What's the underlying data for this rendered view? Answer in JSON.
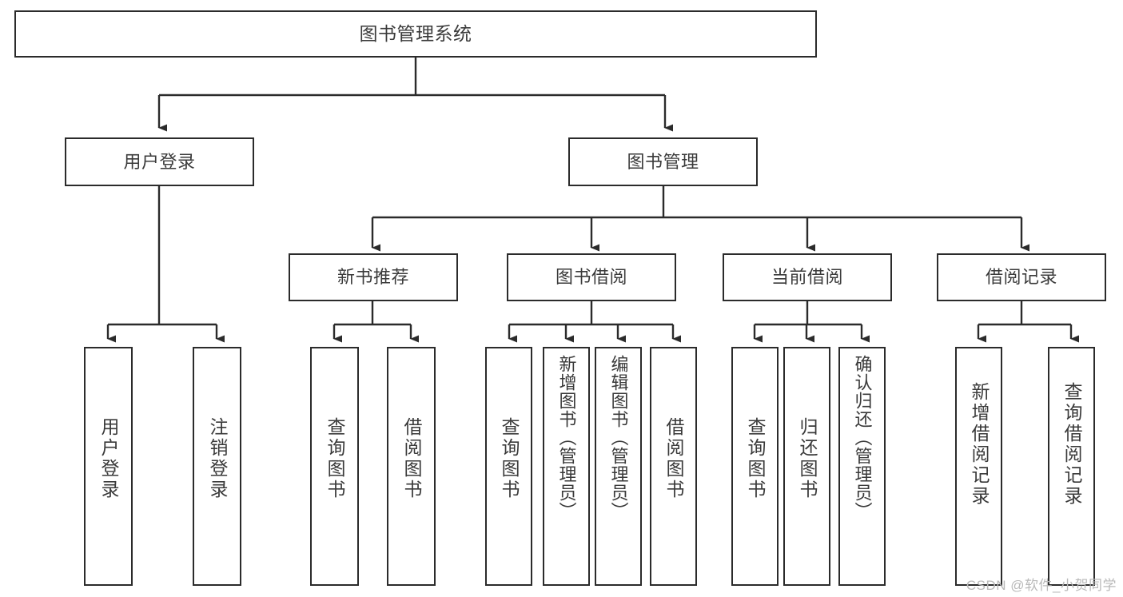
{
  "diagram": {
    "type": "tree-hierarchy",
    "title_node": {
      "label": "图书管理系统"
    },
    "level1": [
      {
        "id": "user-login",
        "label": "用户登录"
      },
      {
        "id": "book-management",
        "label": "图书管理"
      }
    ],
    "level2": [
      {
        "id": "new-book-recommend",
        "label": "新书推荐",
        "parent": "book-management"
      },
      {
        "id": "book-borrow",
        "label": "图书借阅",
        "parent": "book-management"
      },
      {
        "id": "current-borrow",
        "label": "当前借阅",
        "parent": "book-management"
      },
      {
        "id": "borrow-record",
        "label": "借阅记录",
        "parent": "book-management"
      }
    ],
    "leaves": [
      {
        "id": "leaf-user-login",
        "label": "用户登录",
        "parent": "user-login"
      },
      {
        "id": "leaf-logout-login",
        "label": "注销登录",
        "parent": "user-login"
      },
      {
        "id": "leaf-query-book-1",
        "label": "查询图书",
        "parent": "new-book-recommend"
      },
      {
        "id": "leaf-borrow-book-1",
        "label": "借阅图书",
        "parent": "new-book-recommend"
      },
      {
        "id": "leaf-query-book-2",
        "label": "查询图书",
        "parent": "book-borrow"
      },
      {
        "id": "leaf-add-book",
        "label": "新增图书（管理员）",
        "parent": "book-borrow"
      },
      {
        "id": "leaf-edit-book",
        "label": "编辑图书（管理员）",
        "parent": "book-borrow"
      },
      {
        "id": "leaf-borrow-book-2",
        "label": "借阅图书",
        "parent": "book-borrow"
      },
      {
        "id": "leaf-query-book-3",
        "label": "查询图书",
        "parent": "current-borrow"
      },
      {
        "id": "leaf-return-book",
        "label": "归还图书",
        "parent": "current-borrow"
      },
      {
        "id": "leaf-confirm-return",
        "label": "确认归还（管理员）",
        "parent": "current-borrow"
      },
      {
        "id": "leaf-add-record",
        "label": "新增借阅记录",
        "parent": "borrow-record"
      },
      {
        "id": "leaf-query-record",
        "label": "查询借阅记录",
        "parent": "borrow-record"
      }
    ],
    "watermark": "CSDN @软件_小贺同学",
    "colors": {
      "stroke": "#2b2b2b",
      "text": "#3a3a3a",
      "background": "#ffffff",
      "watermark": "#b9b9b9"
    }
  }
}
